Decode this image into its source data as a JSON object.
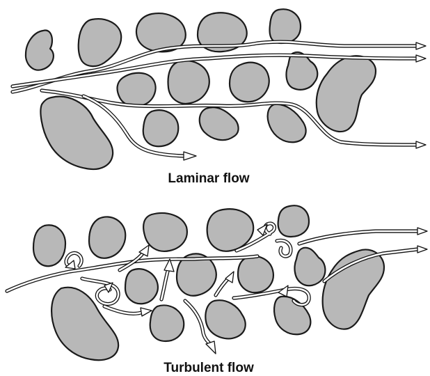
{
  "panels": [
    {
      "id": "laminar",
      "caption": "Laminar flow"
    },
    {
      "id": "turbulent",
      "caption": "Turbulent flow"
    }
  ],
  "colors": {
    "grain_fill": "#b8b8b8",
    "grain_stroke": "#1a1a1a",
    "flow_stroke": "#111111",
    "flow_fill": "#ffffff"
  }
}
